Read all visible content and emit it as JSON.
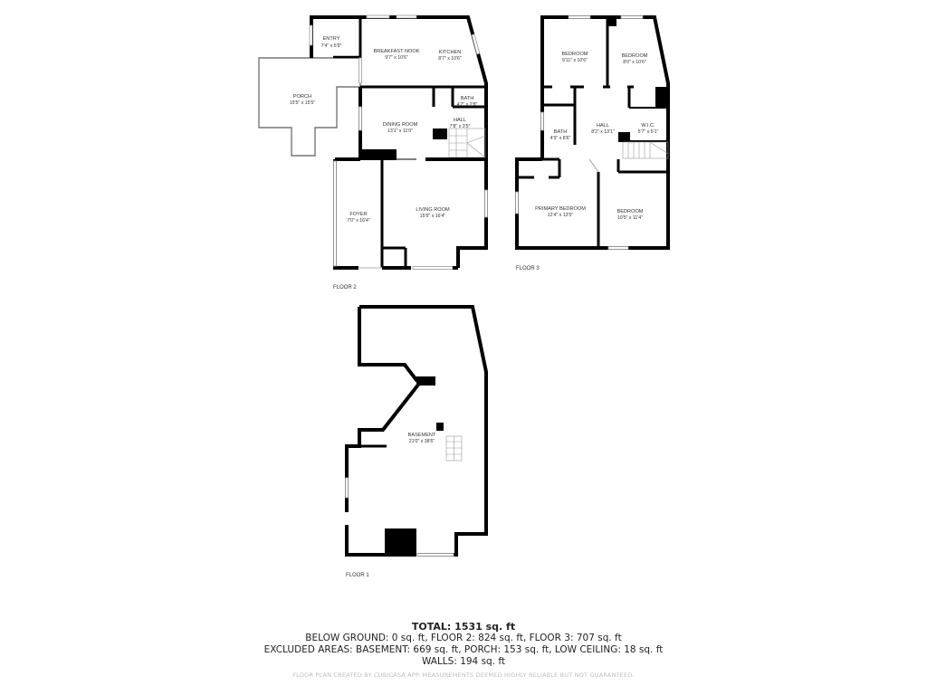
{
  "floors": {
    "floor2": {
      "label": "FLOOR 2",
      "rooms": [
        {
          "name": "ENTRY",
          "dim": "7'4\" x 5'9\""
        },
        {
          "name": "BREAKFAST NOOK",
          "dim": "9'7\" x 10'6\""
        },
        {
          "name": "KITCHEN",
          "dim": "8'7\" x 10'6\""
        },
        {
          "name": "PORCH",
          "dim": "15'5\" x 15'5\""
        },
        {
          "name": "BATH",
          "dim": "4'7\" x 2'8\""
        },
        {
          "name": "DINING ROOM",
          "dim": "13'1\" x 11'0\""
        },
        {
          "name": "HALL",
          "dim": "7'8\" x 3'5\""
        },
        {
          "name": "FOYER",
          "dim": "7'0\" x 16'4\""
        },
        {
          "name": "LIVING ROOM",
          "dim": "15'9\" x 16'4\""
        }
      ]
    },
    "floor3": {
      "label": "FLOOR 3",
      "rooms": [
        {
          "name": "BEDROOM",
          "dim": "9'11\" x 10'6\""
        },
        {
          "name": "BEDROOM",
          "dim": "8'0\" x 10'6\""
        },
        {
          "name": "HALL",
          "dim": "8'2\" x 13'1\""
        },
        {
          "name": "BATH",
          "dim": "4'9\" x 8'6\""
        },
        {
          "name": "W.I.C.",
          "dim": "5'7\" x 5'1\""
        },
        {
          "name": "PRIMARY BEDROOM",
          "dim": "12'4\" x 13'5\""
        },
        {
          "name": "BEDROOM",
          "dim": "10'5\" x 11'4\""
        }
      ]
    },
    "floor1": {
      "label": "FLOOR 1",
      "rooms": [
        {
          "name": "BASEMENT",
          "dim": "21'0\" x 38'6\""
        }
      ]
    }
  },
  "summary": {
    "total": "TOTAL: 1531 sq. ft",
    "line1": "BELOW GROUND: 0 sq. ft, FLOOR 2: 824 sq. ft, FLOOR 3: 707 sq. ft",
    "line2": "EXCLUDED AREAS: BASEMENT: 669 sq. ft, PORCH: 153 sq. ft, LOW CEILING: 18 sq. ft",
    "line3": "WALLS: 194 sq. ft"
  },
  "disclaimer": "FLOOR PLAN CREATED BY CUBICASA APP. MEASUREMENTS DEEMED HIGHLY RELIABLE BUT NOT GUARANTEED."
}
